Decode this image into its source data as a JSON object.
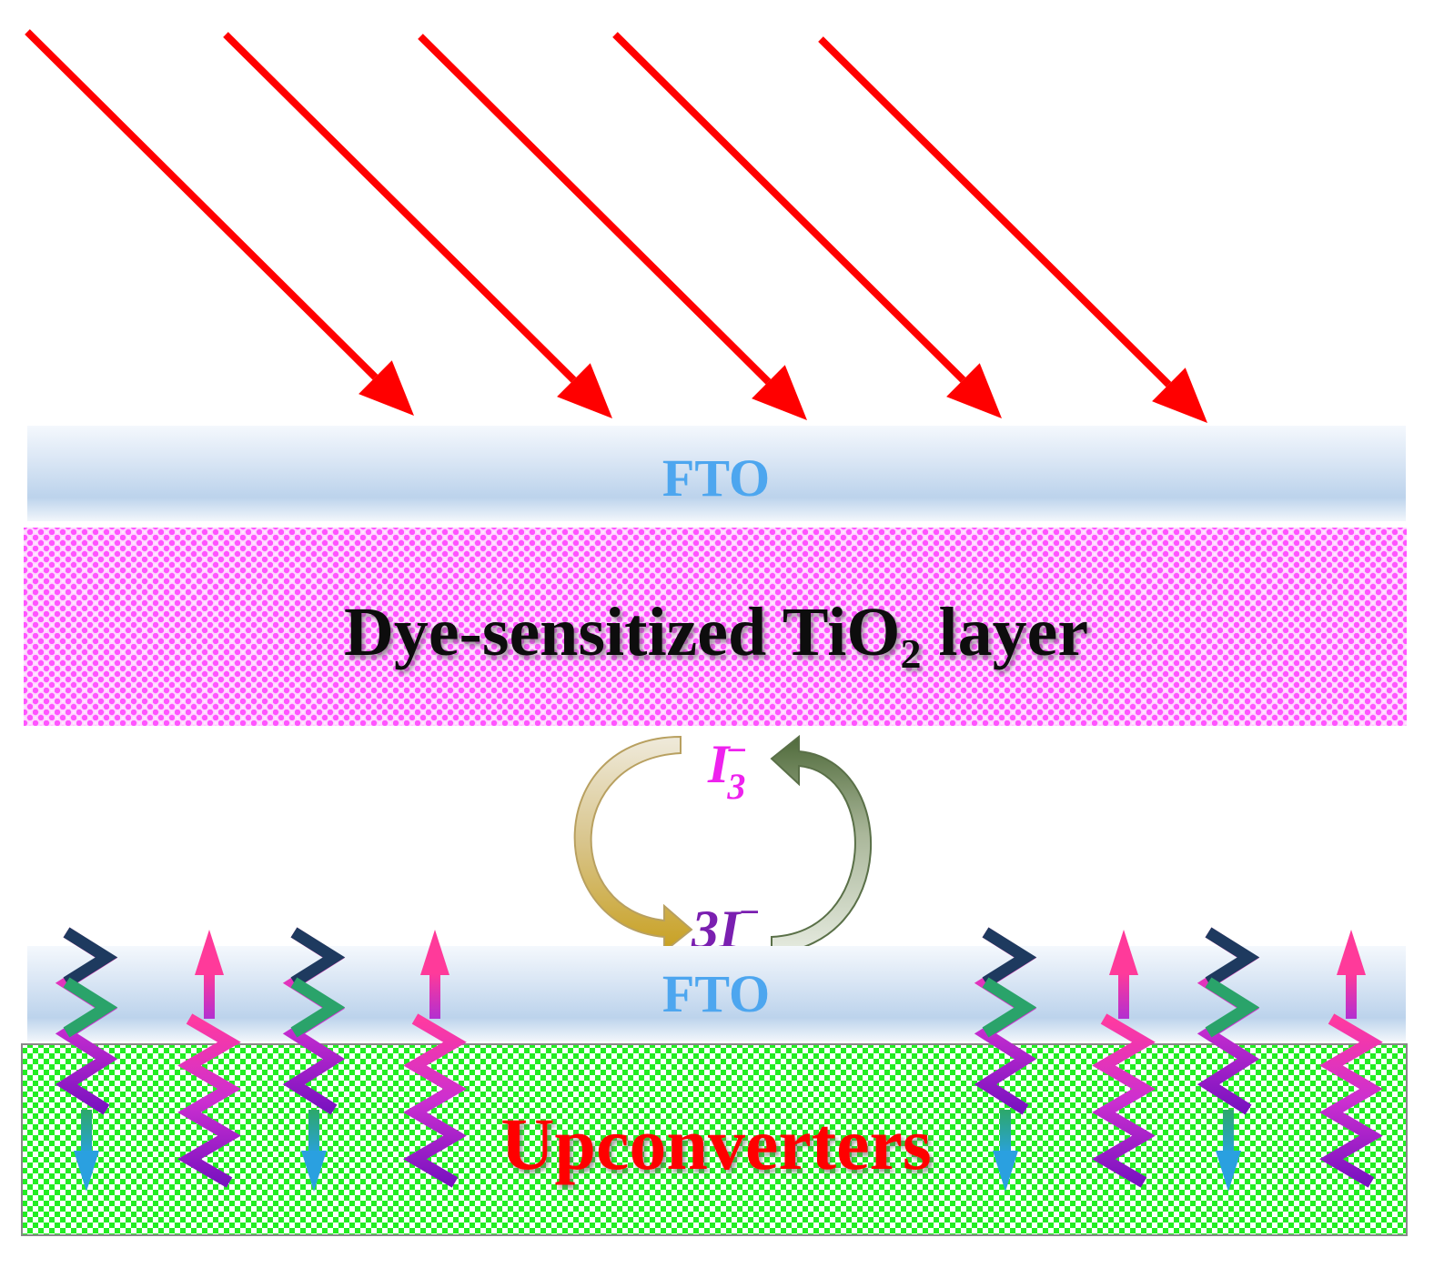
{
  "layers": {
    "top_fto": {
      "label": "FTO"
    },
    "tio2": {
      "label_main": "Dye-sensitized TiO",
      "label_sub": "2",
      "label_tail": " layer"
    },
    "bottom_fto": {
      "label": "FTO"
    },
    "upconverters": {
      "label": "Upconverters"
    }
  },
  "redox": {
    "triiodide": {
      "base": "I",
      "sub": "3",
      "sup": "−"
    },
    "iodide": {
      "base": "3I",
      "sup": "−"
    }
  },
  "incident_light": {
    "count": 5
  },
  "colors": {
    "light_arrow": "#ff0000",
    "fto_text": "#4da6ef",
    "tio2_fill": "#ff66ff",
    "upconverter_fill": "#22ee22",
    "upconverter_text": "#ff0000",
    "triiodide_text": "#ee22ee",
    "iodide_text": "#7a1fb0"
  }
}
